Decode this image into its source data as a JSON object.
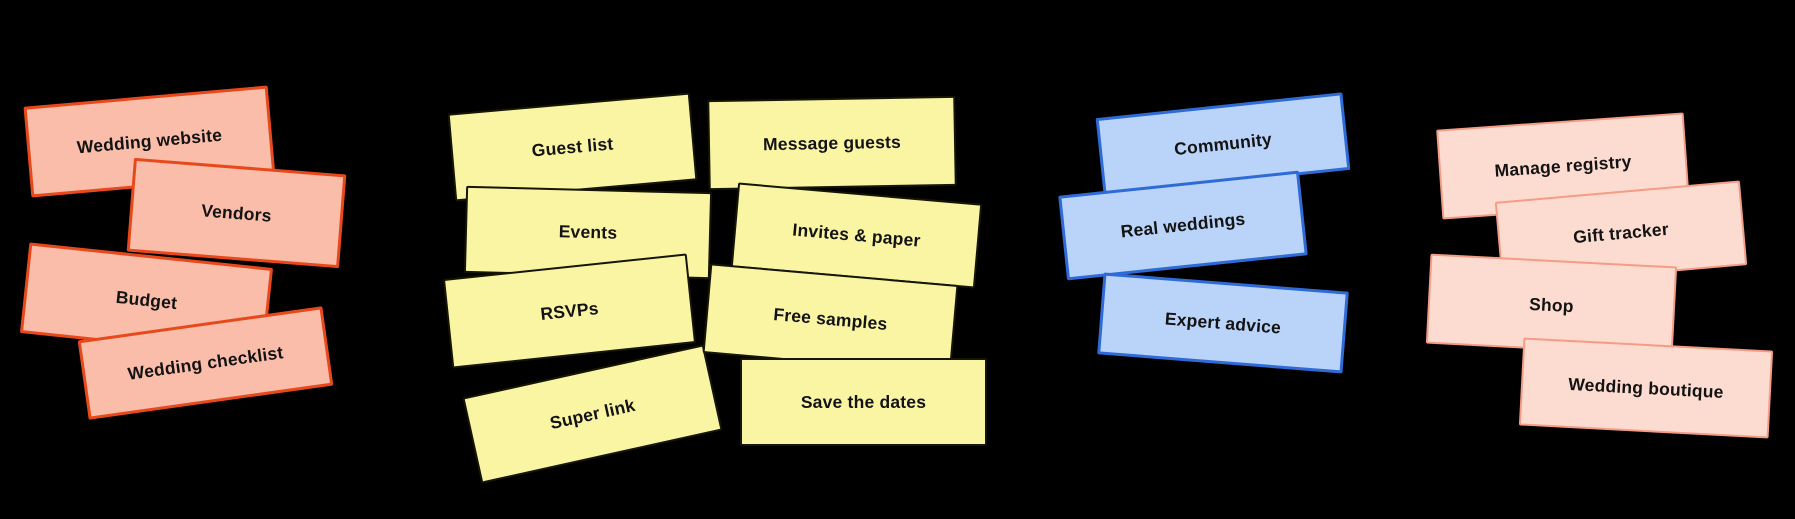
{
  "canvas": {
    "background_color": "#000000",
    "text_color": "#131313"
  },
  "groups": [
    {
      "name": "planning-tools",
      "fill": "#F9BDA9",
      "border": "#E8491C",
      "cards": [
        {
          "label": "Wedding website"
        },
        {
          "label": "Vendors"
        },
        {
          "label": "Budget"
        },
        {
          "label": "Wedding checklist"
        }
      ]
    },
    {
      "name": "guests-and-paper",
      "fill": "#FAF5A3",
      "border": "#161605",
      "cards": [
        {
          "label": "Guest list"
        },
        {
          "label": "Events"
        },
        {
          "label": "RSVPs"
        },
        {
          "label": "Super link"
        },
        {
          "label": "Message guests"
        },
        {
          "label": "Invites & paper"
        },
        {
          "label": "Free samples"
        },
        {
          "label": "Save the dates"
        }
      ]
    },
    {
      "name": "community-content",
      "fill": "#BAD3F8",
      "border": "#2E6BD6",
      "cards": [
        {
          "label": "Community"
        },
        {
          "label": "Real weddings"
        },
        {
          "label": "Expert advice"
        }
      ]
    },
    {
      "name": "registry-and-shop",
      "fill": "#FCDCD0",
      "border": "#F49C86",
      "cards": [
        {
          "label": "Manage registry"
        },
        {
          "label": "Gift tracker"
        },
        {
          "label": "Shop"
        },
        {
          "label": "Wedding boutique"
        }
      ]
    }
  ]
}
